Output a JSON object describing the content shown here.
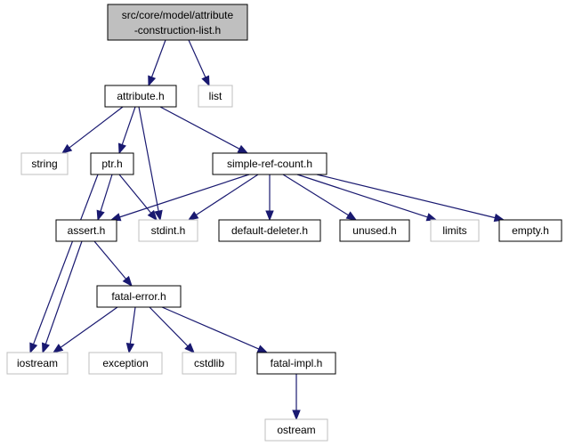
{
  "graph": {
    "nodes": {
      "root": [
        "src/core/model/attribute",
        "-construction-list.h"
      ],
      "attribute": "attribute.h",
      "list": "list",
      "string": "string",
      "ptr": "ptr.h",
      "simple_ref_count": "simple-ref-count.h",
      "assert": "assert.h",
      "stdint": "stdint.h",
      "default_deleter": "default-deleter.h",
      "unused": "unused.h",
      "limits": "limits",
      "empty": "empty.h",
      "fatal_error": "fatal-error.h",
      "iostream": "iostream",
      "exception": "exception",
      "cstdlib": "cstdlib",
      "fatal_impl": "fatal-impl.h",
      "ostream": "ostream"
    },
    "edges": [
      [
        "root",
        "attribute"
      ],
      [
        "root",
        "list"
      ],
      [
        "attribute",
        "string"
      ],
      [
        "attribute",
        "ptr"
      ],
      [
        "attribute",
        "stdint"
      ],
      [
        "attribute",
        "simple_ref_count"
      ],
      [
        "ptr",
        "iostream"
      ],
      [
        "ptr",
        "assert"
      ],
      [
        "ptr",
        "stdint"
      ],
      [
        "simple_ref_count",
        "assert"
      ],
      [
        "simple_ref_count",
        "stdint"
      ],
      [
        "simple_ref_count",
        "default_deleter"
      ],
      [
        "simple_ref_count",
        "unused"
      ],
      [
        "simple_ref_count",
        "limits"
      ],
      [
        "simple_ref_count",
        "empty"
      ],
      [
        "assert",
        "iostream"
      ],
      [
        "assert",
        "fatal_error"
      ],
      [
        "fatal_error",
        "iostream"
      ],
      [
        "fatal_error",
        "exception"
      ],
      [
        "fatal_error",
        "cstdlib"
      ],
      [
        "fatal_error",
        "fatal_impl"
      ],
      [
        "fatal_impl",
        "ostream"
      ]
    ]
  },
  "colors": {
    "edge": "#191970",
    "root_fill": "#bfbfbf",
    "local_border": "#000000",
    "system_border": "#bfbfbf"
  }
}
